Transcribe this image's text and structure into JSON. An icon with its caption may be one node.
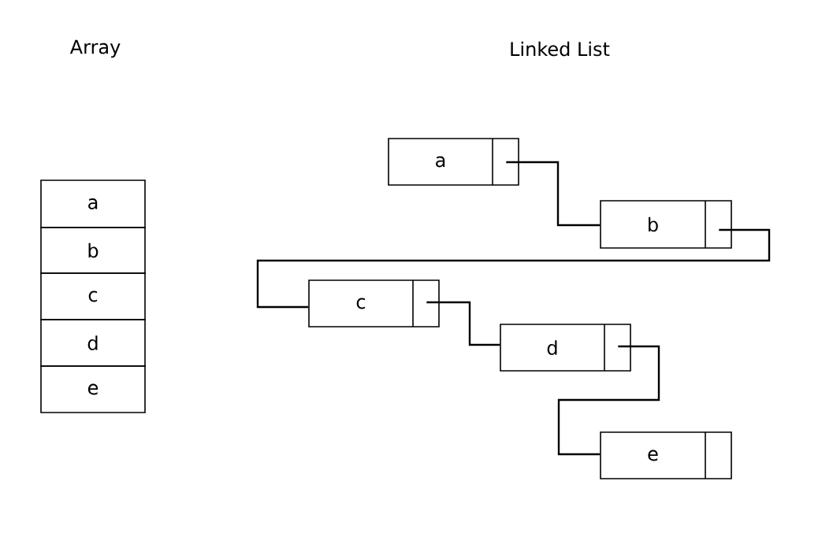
{
  "diagram": {
    "nodes": [
      {
        "text": [
          "a"
        ]
      },
      {
        "text": [
          "b"
        ]
      },
      {
        "text": [
          "c"
        ]
      },
      {
        "text": [
          "d"
        ]
      },
      {
        "text": [
          "e"
        ]
      },
      {
        "text": [
          "a"
        ]
      },
      {
        "text": [
          "b"
        ]
      },
      {
        "text": [
          "c"
        ]
      },
      {
        "text": [
          "d"
        ]
      },
      {
        "text": [
          "e"
        ]
      }
    ],
    "edges": [
      {
        "from": 5,
        "to": 6,
        "arrow": "none"
      },
      {
        "from": 6,
        "to": 7,
        "arrow": "none"
      },
      {
        "from": 7,
        "to": 8,
        "arrow": "none"
      },
      {
        "from": 8,
        "to": 9,
        "arrow": "none"
      }
    ],
    "labels": [
      "Array",
      "Linked List"
    ]
  }
}
